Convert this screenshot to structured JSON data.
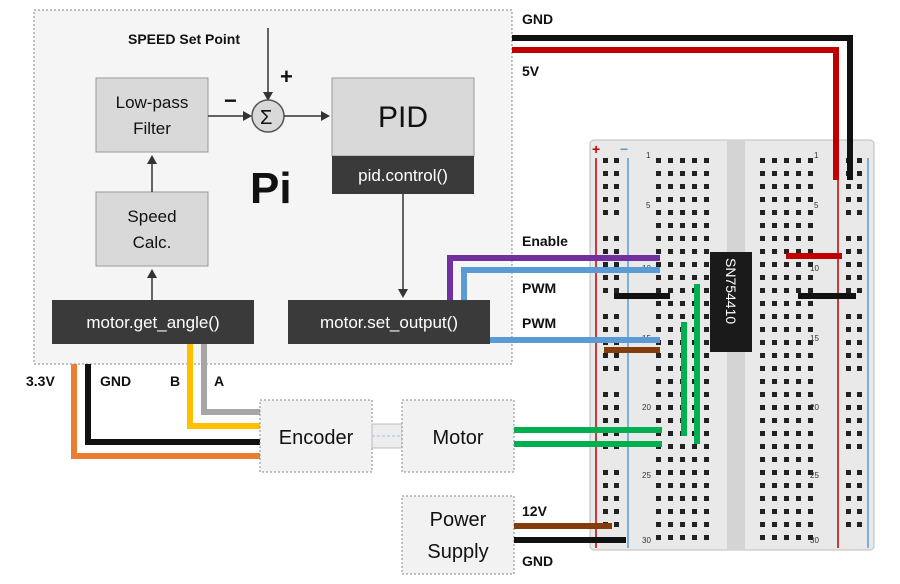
{
  "pi": {
    "title": "Pi",
    "setpoint_label": "SPEED Set Point",
    "plus_sign": "+",
    "minus_sign": "−",
    "sum_symbol": "Σ",
    "blocks": {
      "lowpass_line1": "Low-pass",
      "lowpass_line2": "Filter",
      "speed_line1": "Speed",
      "speed_line2": "Calc.",
      "pid_title": "PID",
      "pid_control": "pid.control()",
      "get_angle": "motor.get_angle()",
      "set_output": "motor.set_output()"
    }
  },
  "wires": {
    "gnd_top": "GND",
    "v5": "5V",
    "enable": "Enable",
    "pwm1": "PWM",
    "pwm2": "PWM",
    "v33": "3.3V",
    "gnd_left": "GND",
    "b": "B",
    "a": "A",
    "v12": "12V",
    "gnd_bottom": "GND"
  },
  "devices": {
    "encoder": "Encoder",
    "motor": "Motor",
    "power_line1": "Power",
    "power_line2": "Supply"
  },
  "breadboard": {
    "chip": "SN754410",
    "plus": "+",
    "minus": "−",
    "row_numbers": [
      "1",
      "5",
      "10",
      "15",
      "20",
      "25",
      "30"
    ]
  },
  "colors": {
    "black": "#111111",
    "red": "#c00000",
    "purple": "#7030a0",
    "blue": "#5b9bd5",
    "brown": "#843c0c",
    "green": "#00b050",
    "orange": "#ed7d31",
    "yellow": "#ffc000",
    "gray": "#a6a6a6",
    "block_fill": "#d9d9d9",
    "dark_block": "#3a3a3a"
  }
}
